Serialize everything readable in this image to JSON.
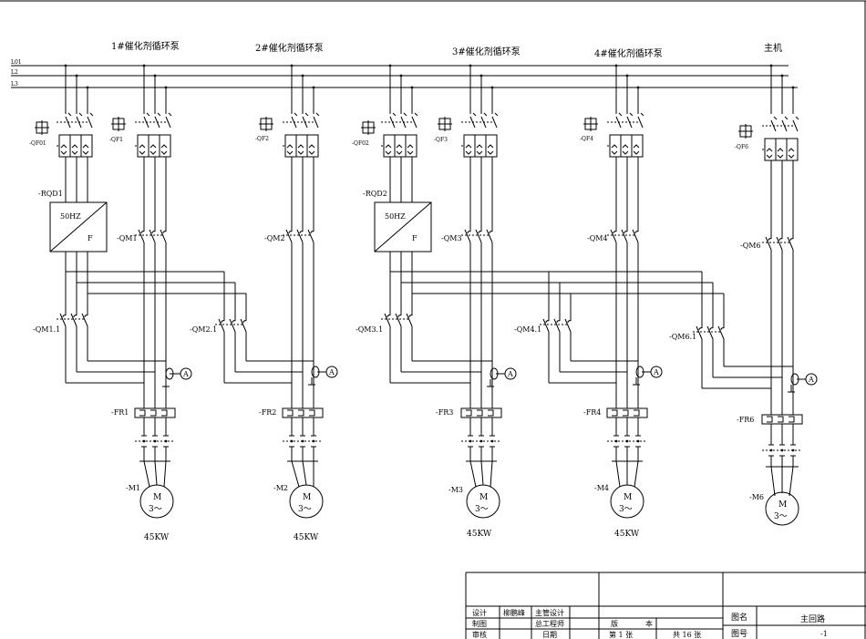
{
  "circuits": [
    {
      "id": "c1",
      "title": "1#催化剂循环泵",
      "qf_vfd": "-QF01",
      "qf_main": "-QF1",
      "vfd": "-RQD1",
      "vfd_freq": "50HZ",
      "vfd_f": "F",
      "qm": "-QM1",
      "qm_bypass": "-QM1.1",
      "fr": "-FR1",
      "motor": "-M1",
      "power": "45KW"
    },
    {
      "id": "c2",
      "title": "2#催化剂循环泵",
      "qf_main": "-QF2",
      "qm": "-QM2",
      "qm_bypass": "-QM2.1",
      "fr": "-FR2",
      "motor": "-M2",
      "power": "45KW"
    },
    {
      "id": "c3",
      "title": "3#催化剂循环泵",
      "qf_vfd": "-QF02",
      "qf_main": "-QF3",
      "vfd": "-RQD2",
      "vfd_freq": "50HZ",
      "vfd_f": "F",
      "qm": "-QM3",
      "qm_bypass": "-QM3.1",
      "fr": "-FR3",
      "motor": "-M3",
      "power": "45KW"
    },
    {
      "id": "c4",
      "title": "4#催化剂循环泵",
      "qf_main": "-QF4",
      "qm": "-QM4",
      "qm_bypass": "-QM4.1",
      "fr": "-FR4",
      "motor": "-M4",
      "power": "45KW"
    },
    {
      "id": "c6",
      "title": "主机",
      "qf_main": "-QF6",
      "qm": "-QM6",
      "qm_bypass": "-QM6.1",
      "fr": "-FR6",
      "motor": "-M6"
    }
  ],
  "bus": [
    "L01",
    "L2",
    "L3"
  ],
  "motor_symbol": {
    "m": "M",
    "phase": "3～"
  },
  "ammeter": "A",
  "title_block": {
    "design": "设计",
    "designer": "柳鹏峰",
    "chief_design": "主管设计",
    "drawing": "制图",
    "chief_engineer": "总工程师",
    "review": "审核",
    "date": "日期",
    "edition": "版",
    "edition2": "本",
    "sheet": "第 1 张",
    "total": "共 16 张",
    "drawing_name_label": "图名",
    "drawing_name": "主回路",
    "drawing_no_label": "图号",
    "drawing_no": "-1"
  }
}
